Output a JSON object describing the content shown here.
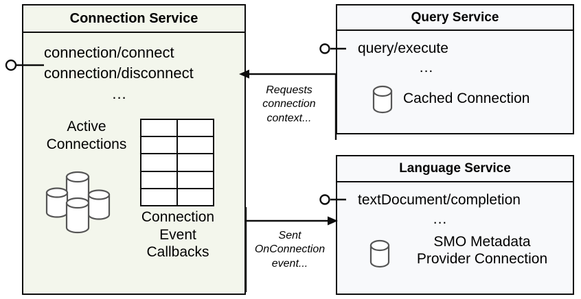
{
  "diagram": {
    "title_hidden": "",
    "palette": {
      "connection_service_fill": "#f3f6ec",
      "service_fill": "#f8f9fb",
      "stroke": "#0d0d0d",
      "cylinder_stroke": "#555555",
      "canvas": "#ffffff"
    }
  },
  "connection_service": {
    "title": "Connection Service",
    "interfaces": [
      {
        "label": "connection/connect"
      },
      {
        "label": "connection/disconnect"
      }
    ],
    "ellipsis": "...",
    "active_connections_label_line1": "Active",
    "active_connections_label_line2": "Connections",
    "active_connections_icon": "database-cluster-icon",
    "callbacks_label_line1": "Connection",
    "callbacks_label_line2": "Event",
    "callbacks_label_line3": "Callbacks",
    "callbacks_icon": "table-grid-icon",
    "table": {
      "rows": 5,
      "columns": 2,
      "cells": [
        [
          "",
          ""
        ],
        [
          "",
          ""
        ],
        [
          "",
          ""
        ],
        [
          "",
          ""
        ],
        [
          "",
          ""
        ]
      ]
    },
    "lollipop_name": "provided-interface-lollipop"
  },
  "query_service": {
    "title": "Query Service",
    "interfaces": [
      {
        "label": "query/execute"
      }
    ],
    "ellipsis": "...",
    "resource_label": "Cached Connection",
    "resource_icon": "database-cylinder-icon",
    "lollipop_name": "provided-interface-lollipop"
  },
  "language_service": {
    "title": "Language Service",
    "interfaces": [
      {
        "label": "textDocument/completion"
      }
    ],
    "ellipsis": "...",
    "resource_label_line1": "SMO Metadata",
    "resource_label_line2": "Provider Connection",
    "resource_icon": "database-cylinder-icon",
    "lollipop_name": "provided-interface-lollipop"
  },
  "connectors": [
    {
      "id": "requests-connection-context",
      "from": "query_service",
      "to": "connection_service",
      "direction": "left",
      "label_lines": [
        "Requests",
        "connection",
        "context..."
      ]
    },
    {
      "id": "sent-onconnection-event",
      "from": "connection_service",
      "to": "language_service",
      "direction": "right",
      "label_lines": [
        "Sent",
        "OnConnection",
        "event..."
      ]
    }
  ]
}
